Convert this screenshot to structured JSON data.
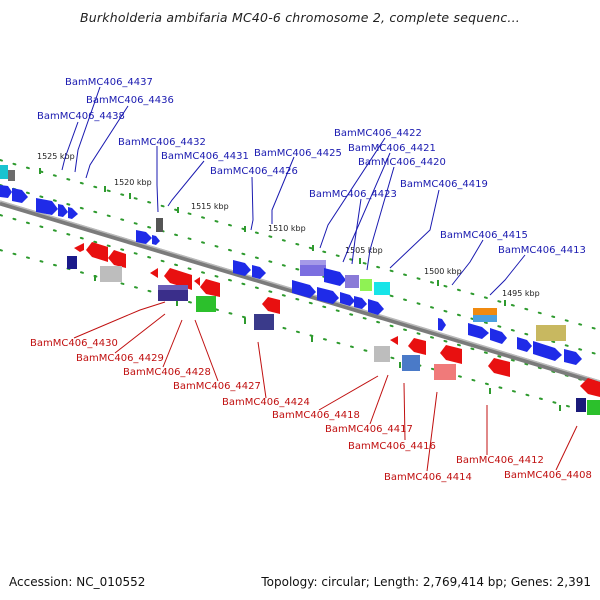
{
  "title": "Burkholderia ambifaria MC40-6 chromosome 2, complete sequenc...",
  "footer": {
    "accession": "Accession: NC_010552",
    "summary": "Topology: circular; Length: 2,769,414 bp; Genes: 2,391"
  },
  "colors": {
    "top_label": "#1a1ab0",
    "bottom_label": "#c01010",
    "backbone": "#8a8a8a",
    "dots": "#2e9a2e"
  },
  "scale_labels": [
    "1525 kbp",
    "1520 kbp",
    "1515 kbp",
    "1510 kbp",
    "1505 kbp",
    "1500 kbp",
    "1495 kbp"
  ],
  "top_genes": [
    "BamMC406_4437",
    "BamMC406_4436",
    "BamMC406_4438",
    "BamMC406_4432",
    "BamMC406_4431",
    "BamMC406_4425",
    "BamMC406_4426",
    "BamMC406_4422",
    "BamMC406_4421",
    "BamMC406_4420",
    "BamMC406_4423",
    "BamMC406_4419",
    "BamMC406_4415",
    "BamMC406_4413"
  ],
  "bottom_genes": [
    "BamMC406_4430",
    "BamMC406_4429",
    "BamMC406_4428",
    "BamMC406_4427",
    "BamMC406_4424",
    "BamMC406_4418",
    "BamMC406_4417",
    "BamMC406_4416",
    "BamMC406_4414",
    "BamMC406_4412",
    "BamMC406_4408"
  ]
}
